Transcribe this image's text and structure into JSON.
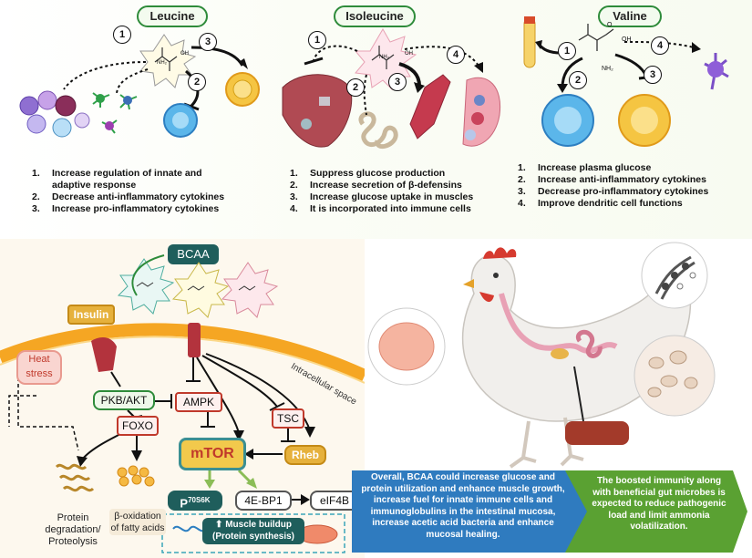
{
  "panels": {
    "leucine": {
      "title": "Leucine",
      "effects": [
        {
          "n": "1.",
          "text": "Increase regulation of innate and adaptive response"
        },
        {
          "n": "2.",
          "text": "Decrease anti-inflammatory cytokines"
        },
        {
          "n": "3.",
          "text": "Increase pro-inflammatory cytokines"
        }
      ]
    },
    "isoleucine": {
      "title": "Isoleucine",
      "effects": [
        {
          "n": "1.",
          "text": "Suppress glucose production"
        },
        {
          "n": "2.",
          "text": "Increase secretion of β-defensins"
        },
        {
          "n": "3.",
          "text": "Increase glucose uptake in muscles"
        },
        {
          "n": "4.",
          "text": "It is incorporated into immune cells"
        }
      ]
    },
    "valine": {
      "title": "Valine",
      "effects": [
        {
          "n": "1.",
          "text": "Increase plasma glucose"
        },
        {
          "n": "2.",
          "text": "Increase anti-inflammatory cytokines"
        },
        {
          "n": "3.",
          "text": "Decrease pro-inflammatory  cytokines"
        },
        {
          "n": "4.",
          "text": "Improve dendritic cell functions"
        }
      ]
    }
  },
  "markers": [
    "1",
    "2",
    "3",
    "4"
  ],
  "molecule_labels": {
    "nh2": "NH₂",
    "oh": "OH",
    "o": "O"
  },
  "pathway": {
    "bcaa": "BCAA",
    "insulin": "Insulin",
    "heat_stress": "Heat stress",
    "pkb_akt": "PKB/AKT",
    "ampk": "AMPK",
    "foxo": "FOXO",
    "tsc": "TSC",
    "mtor": "mTOR",
    "rheb": "Rheb",
    "p70s6k_prefix": "P",
    "p70s6k_sup": "70S6K",
    "ebp1": "4E-BP1",
    "eif4b": "eIF4B",
    "intracellular": "Intracellular space",
    "protein_degradation": "Protein degradation/ Proteolysis",
    "beta_oxidation": "β-oxidation of fatty acids",
    "muscle_buildup": "⬆ Muscle buildup",
    "protein_synthesis": "(Protein synthesis)"
  },
  "summary": {
    "blue": "Overall, BCAA could increase glucose and protein utilization and enhance muscle growth, increase fuel for innate immune cells and immunoglobulins in the intestinal mucosa, increase acetic acid bacteria and enhance mucosal healing.",
    "green": "The boosted immunity along with beneficial gut microbes is expected to reduce pathogenic load and limit ammonia volatilization."
  },
  "colors": {
    "green_border": "#2e8b3a",
    "summary_blue": "#2f7bbf",
    "summary_green": "#5aa132",
    "mtor_fill": "#f2c94c",
    "mtor_text": "#c0392b",
    "membrane": "#f5a623"
  }
}
